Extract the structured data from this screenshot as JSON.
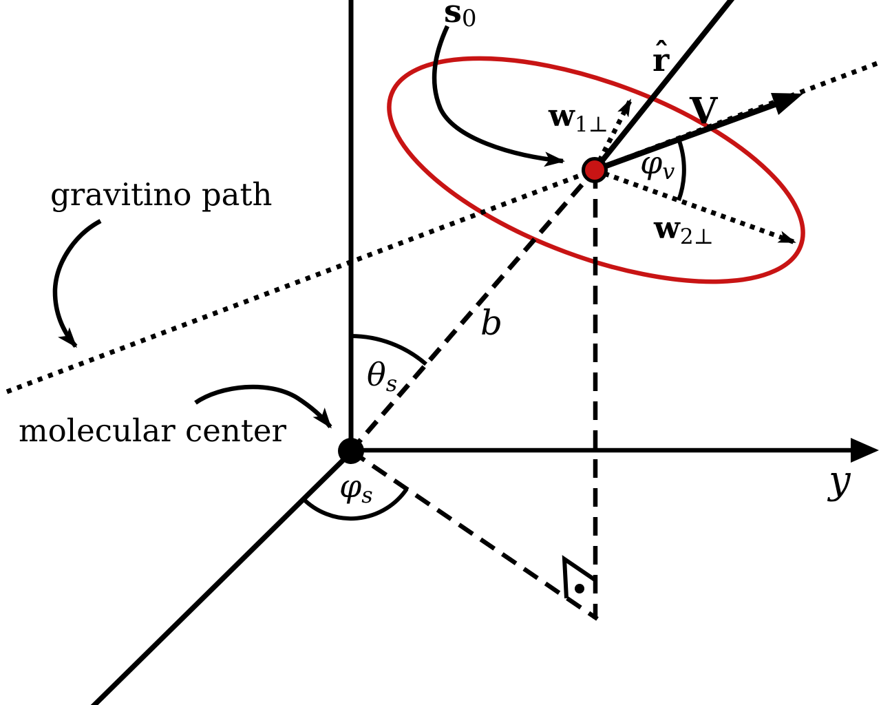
{
  "colors": {
    "red": "#c81414",
    "black": "#000000",
    "background": "#ffffff"
  },
  "labels": {
    "gravitino_path": "gravitino path",
    "molecular_center": "molecular center",
    "s0": {
      "main": "s",
      "sub": "0"
    },
    "r_hat": {
      "hat": "ˆ",
      "main": "r"
    },
    "velocity": "V",
    "w1": {
      "main": "w",
      "sub": "1⊥"
    },
    "w2": {
      "main": "w",
      "sub": "2⊥"
    },
    "phi_v": {
      "main": "φ",
      "sub": "v"
    },
    "theta_s": {
      "main": "θ",
      "sub": "s"
    },
    "phi_s": {
      "main": "φ",
      "sub": "s"
    },
    "impact_parameter": "b",
    "y_axis": "y"
  }
}
